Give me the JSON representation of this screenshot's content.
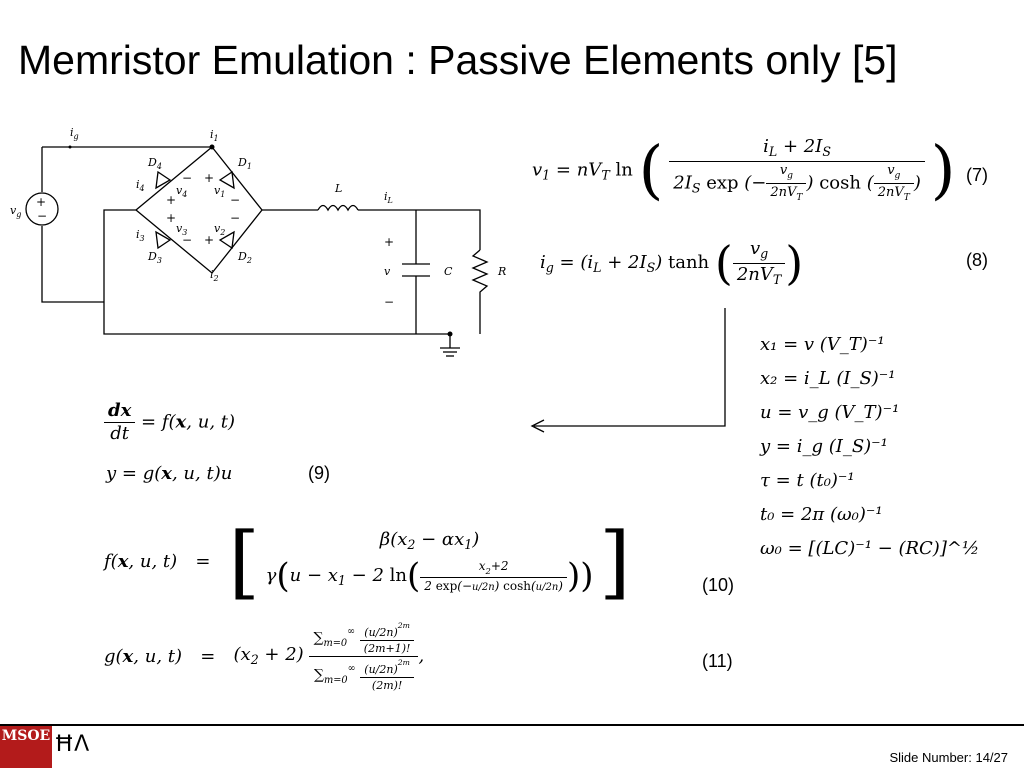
{
  "slide": {
    "title": "Memristor Emulation : Passive Elements only [5]",
    "slide_number": "Slide Number: 14/27"
  },
  "equation_numbers": {
    "eq7": "(7)",
    "eq8": "(8)",
    "eq9": "(9)",
    "eq10": "(10)",
    "eq11": "(11)"
  },
  "circuit_labels": {
    "ig": "i",
    "i1": "i",
    "i2": "i",
    "i3": "i",
    "i4": "i",
    "iL": "i",
    "D1": "D",
    "D2": "D",
    "D3": "D",
    "D4": "D",
    "v1": "v",
    "v2": "v",
    "v3": "v",
    "v4": "v",
    "vg": "v",
    "L": "L",
    "C": "C",
    "R": "R",
    "v": "v",
    "sub_g": "g",
    "sub_1": "1",
    "sub_2": "2",
    "sub_3": "3",
    "sub_4": "4",
    "sub_L": "L"
  },
  "variables": [
    "x₁ = v (V_T)⁻¹",
    "x₂ = i_L (I_S)⁻¹",
    "u = v_g (V_T)⁻¹",
    "y = i_g (I_S)⁻¹",
    "τ = t (t₀)⁻¹",
    "t₀ = 2π (ω₀)⁻¹",
    "ω₀ = [(LC)⁻¹ − (RC)]^½"
  ],
  "logo": {
    "text": "MSOE",
    "mark": "ĦΛ"
  }
}
